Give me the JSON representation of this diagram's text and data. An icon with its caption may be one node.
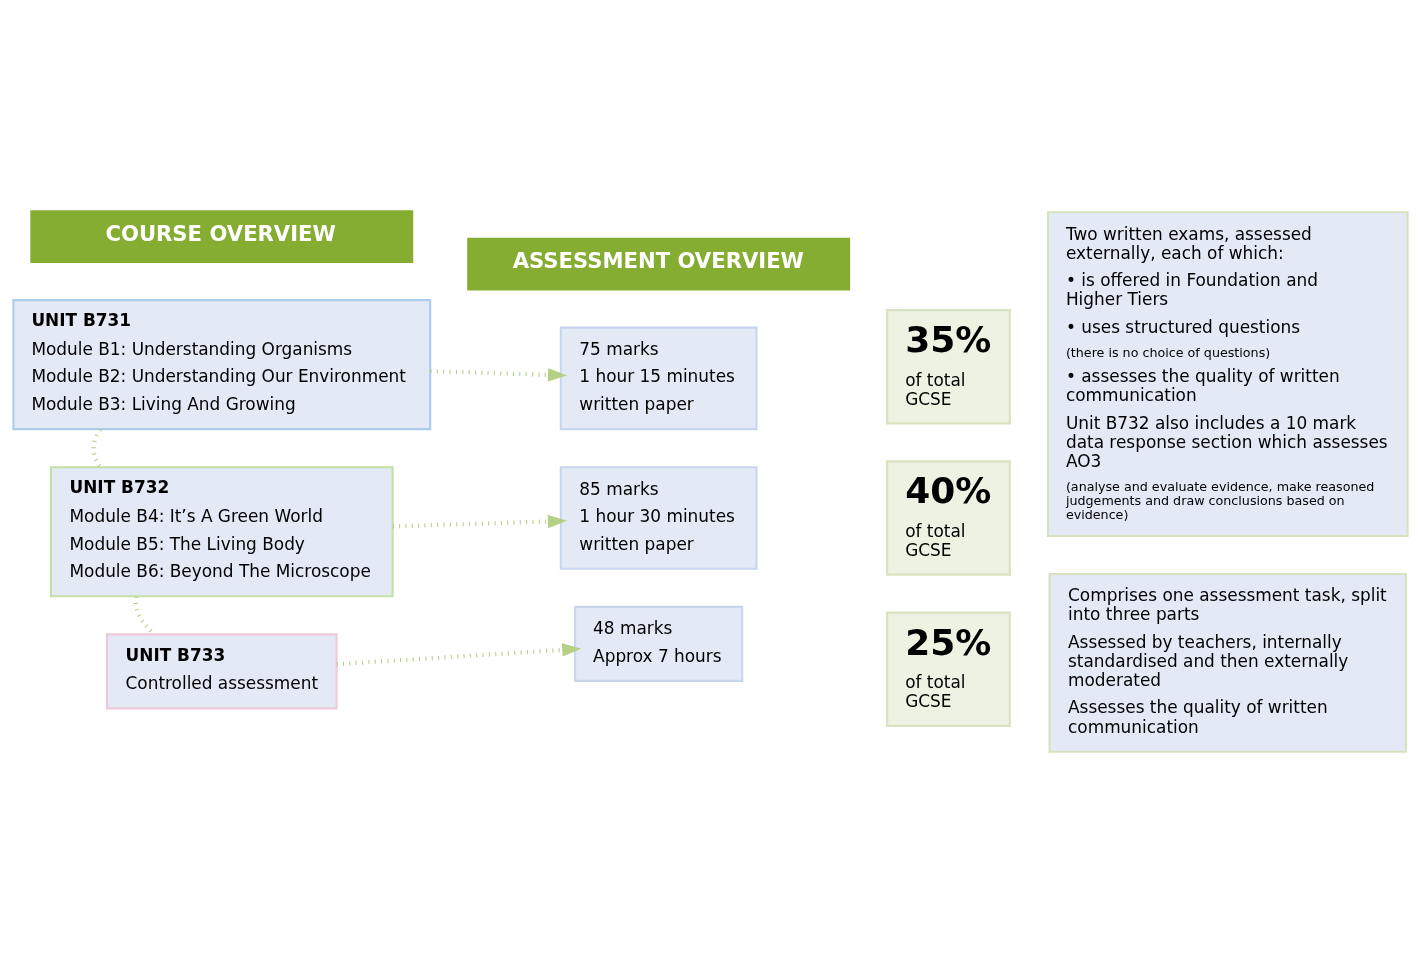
{
  "diagram": {
    "nodes": [
      {
        "text": [
          "COURSE OVERVIEW"
        ]
      },
      {
        "text": [
          "ASSESSMENT OVERVIEW"
        ]
      },
      {
        "text": [
          "UNIT B731",
          "Module B1: Understanding Organisms",
          "Module B2: Understanding Our Environment",
          "Module B3: Living And Growing"
        ]
      },
      {
        "text": [
          "75 marks",
          "1 hour 15 minutes",
          "written paper"
        ]
      },
      {
        "text": [
          "35%",
          "of total GCSE"
        ]
      },
      {
        "text": [
          "Two written exams, assessed externally, each of which:",
          "• is offered in Foundation and Higher Tiers",
          "• uses structured questions",
          "(there is no choice of questions)",
          "• assesses the quality of written communication",
          "Unit B732 also includes a 10 mark data response section which assesses AO3",
          "(analyse and evaluate evidence, make reasoned judgements and draw conclusions based on evidence)"
        ]
      },
      {
        "text": [
          "UNIT B732",
          "Module B4: It’s A Green World",
          "Module B5: The Living Body",
          "Module B6: Beyond The Microscope"
        ]
      },
      {
        "text": [
          "85 marks",
          "1 hour 30 minutes",
          "written paper"
        ]
      },
      {
        "text": [
          "40%",
          "of total GCSE"
        ]
      },
      {
        "text": [
          "UNIT B733",
          "Controlled assessment"
        ]
      },
      {
        "text": [
          "48 marks",
          "Approx 7 hours"
        ]
      },
      {
        "text": [
          "25%",
          "of total GCSE"
        ]
      },
      {
        "text": [
          "Comprises one assessment task, split into three parts",
          "Assessed by teachers, internally standardised and then externally moderated",
          "Assesses the quality of written communication"
        ]
      }
    ],
    "edges": [
      {
        "from": 2,
        "to": 3,
        "arrow": "to"
      },
      {
        "from": 6,
        "to": 7,
        "arrow": "to"
      },
      {
        "from": 9,
        "to": 10,
        "arrow": "to"
      },
      {
        "from": 2,
        "to": 6,
        "arrow": "none"
      },
      {
        "from": 6,
        "to": 9,
        "arrow": "none"
      }
    ]
  }
}
